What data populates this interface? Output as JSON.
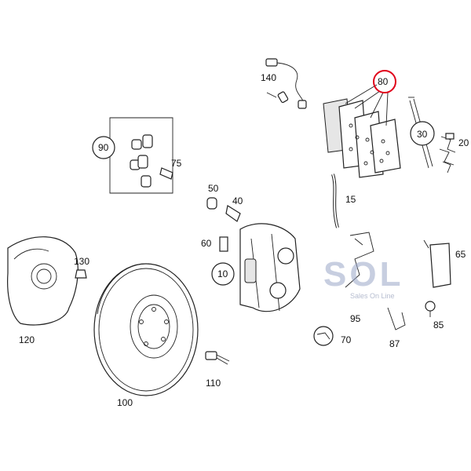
{
  "diagram": {
    "callouts": {
      "p10": "10",
      "p15": "15",
      "p20": "20",
      "p30": "30",
      "p40": "40",
      "p50": "50",
      "p60": "60",
      "p65": "65",
      "p70": "70",
      "p75": "75",
      "p80": "80",
      "p85": "85",
      "p87": "87",
      "p90": "90",
      "p95": "95",
      "p100": "100",
      "p110": "110",
      "p120": "120",
      "p130": "130",
      "p140": "140"
    },
    "highlighted_part": "80",
    "highlight_color": "#e0001a"
  },
  "watermark": {
    "logo_text": "SOL",
    "tagline": "Sales On Line",
    "color": "#9aa7c8"
  }
}
